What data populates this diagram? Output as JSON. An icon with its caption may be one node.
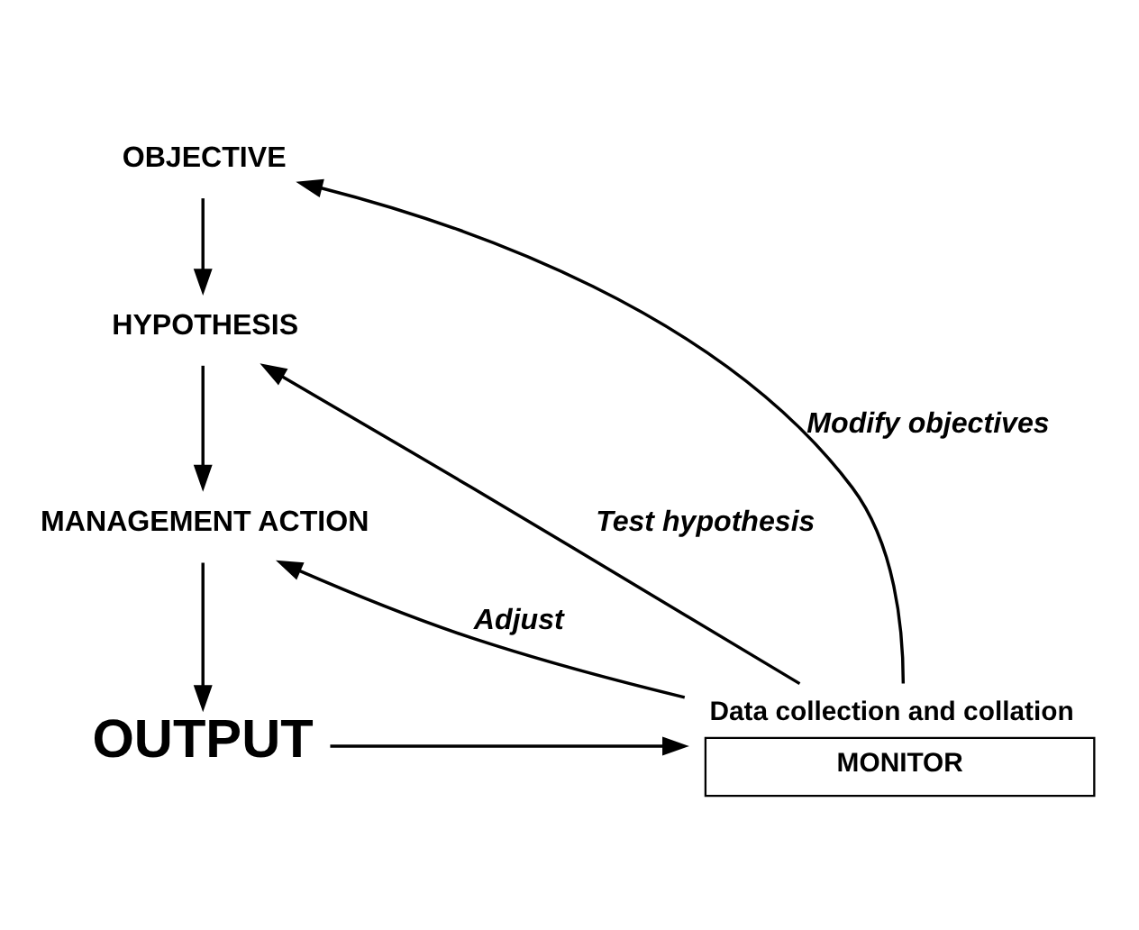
{
  "diagram": {
    "nodes": [
      {
        "text": [
          "OBJECTIVE"
        ]
      },
      {
        "text": [
          "HYPOTHESIS"
        ]
      },
      {
        "text": [
          "MANAGEMENT ACTION"
        ]
      },
      {
        "text": [
          "OUTPUT"
        ]
      },
      {
        "text": [
          "MONITOR"
        ],
        "beside": [
          "Data collection and collation"
        ]
      }
    ],
    "edges": [
      {
        "from": 0,
        "to": 1,
        "arrow": "to"
      },
      {
        "from": 1,
        "to": 2,
        "arrow": "to"
      },
      {
        "from": 2,
        "to": 3,
        "arrow": "to"
      },
      {
        "from": 3,
        "to": 4,
        "arrow": "to"
      },
      {
        "from": 4,
        "to": 0,
        "arrow": "to",
        "label": "Modify objectives"
      },
      {
        "from": 4,
        "to": 1,
        "arrow": "to",
        "label": "Test hypothesis"
      },
      {
        "from": 4,
        "to": 2,
        "arrow": "to",
        "label": "Adjust"
      }
    ]
  }
}
